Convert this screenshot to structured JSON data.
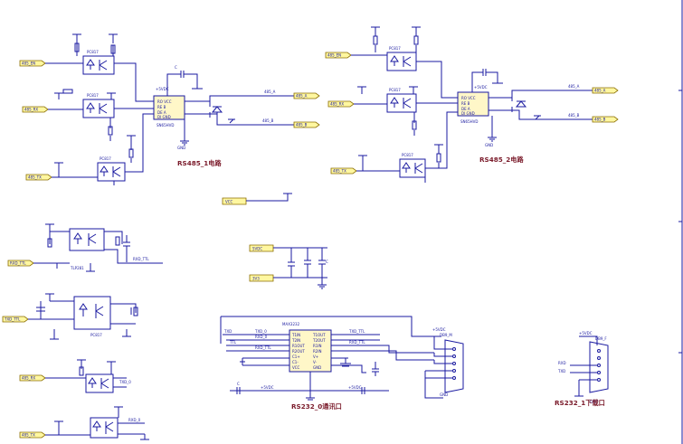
{
  "titles": {
    "rs485_1": "RS485_1电路",
    "rs485_2": "RS485_2电路",
    "rs232_0": "RS232_0通讯口",
    "rs232_1": "RS232_1下载口"
  },
  "ports": {
    "a1": "485_EN",
    "a2": "485_RX",
    "a3": "485_TX",
    "b1": "485_A",
    "b2": "485_B",
    "c1": "485_EN",
    "c2": "485_RX",
    "c3": "485_TX",
    "d1": "485_A",
    "d2": "485_B",
    "vcc": "VCC",
    "e1": "5VDC",
    "e2": "3V3",
    "f1": "RXD_TTL",
    "f2": "TXD_TTL",
    "g1": "TXD_0",
    "g2": "RXD_0"
  },
  "chips": {
    "max": "MAX3232",
    "u_485_1": "SN65HVD",
    "u_485_2": "SN65HVD",
    "db9_0": "DB9_M",
    "db9_1": "DB9_F"
  },
  "labels": {
    "pc": "PC817",
    "opt": "TLP281",
    "vdc": "+5VDC",
    "gnd": "GND",
    "r": "R",
    "c": "C"
  },
  "colors": {
    "wire": "#1a1aa0",
    "title": "#7a1a2a",
    "port": "#fff7a0"
  }
}
